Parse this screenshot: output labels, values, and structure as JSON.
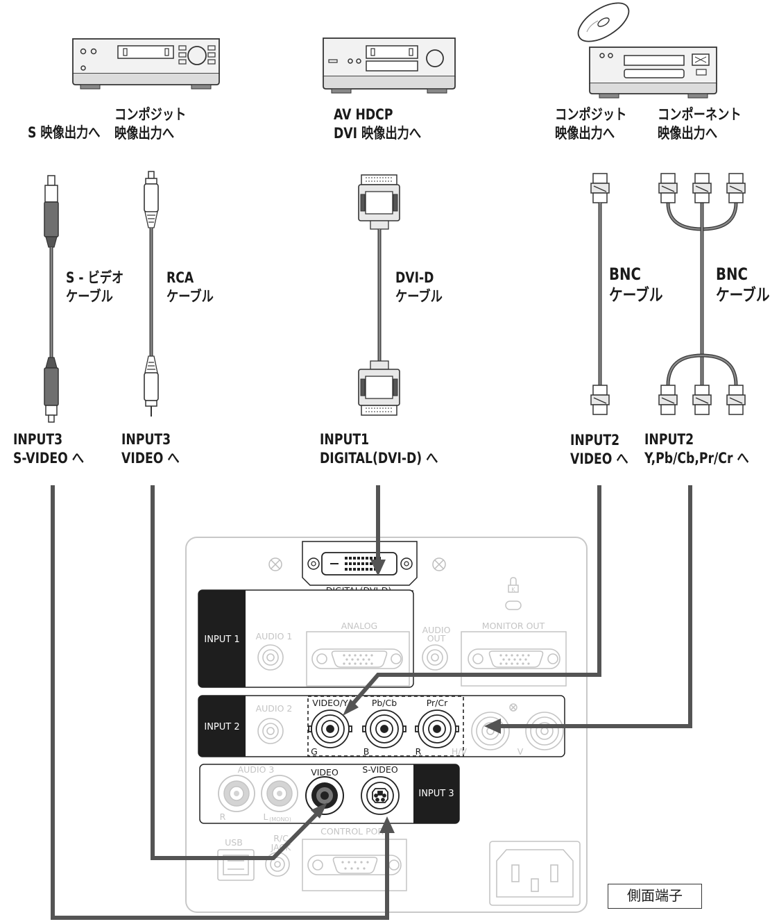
{
  "sources": {
    "vcr_s_video_label": "S 映像出力へ",
    "vcr_composite_label": [
      "コンポジット",
      "映像出力へ"
    ],
    "dvd_dvi_label": [
      "AV HDCP",
      "DVI 映像出力へ"
    ],
    "player_composite_label": [
      "コンポジット",
      "映像出力へ"
    ],
    "player_component_label": [
      "コンポーネント",
      "映像出力へ"
    ]
  },
  "cables": {
    "s_video": [
      "S - ビデオ",
      "ケーブル"
    ],
    "rca": [
      "RCA",
      "ケーブル"
    ],
    "dvi_d": [
      "DVI-D",
      "ケーブル"
    ],
    "bnc_video": [
      "BNC",
      "ケーブル"
    ],
    "bnc_component": [
      "BNC",
      "ケーブル"
    ]
  },
  "destinations": {
    "input3_svideo": [
      "INPUT3",
      "S-VIDEO へ"
    ],
    "input3_video": [
      "INPUT3",
      "VIDEO へ"
    ],
    "input1_digital": [
      "INPUT1",
      "DIGITAL(DVI-D) へ"
    ],
    "input2_video": [
      "INPUT2",
      "VIDEO へ"
    ],
    "input2_component": [
      "INPUT2",
      "Y,Pb/Cb,Pr/Cr へ"
    ]
  },
  "panel": {
    "digital_dvi_d": "DIGITAL(DVI-D)",
    "input1": "INPUT 1",
    "audio1": "AUDIO 1",
    "analog": "ANALOG",
    "audio_out": [
      "AUDIO",
      "OUT"
    ],
    "monitor_out": "MONITOR OUT",
    "input2": "INPUT 2",
    "audio2": "AUDIO 2",
    "video_y": "VIDEO/Y",
    "pb_cb": "Pb/Cb",
    "pr_cr": "Pr/Cr",
    "g": "G",
    "b": "B",
    "r": "R",
    "h_v": "H/V",
    "v": "V",
    "audio3": "AUDIO 3",
    "audio3_r": "R",
    "audio3_l": "L",
    "mono": "(MONO)",
    "video": "VIDEO",
    "s_video": "S-VIDEO",
    "input3": "INPUT 3",
    "usb": "USB",
    "rc_jack": [
      "R/C",
      "JACK"
    ],
    "control_port": "CONTROL PORT"
  },
  "side_terminal_label": "側面端子",
  "icons": [
    "vcr-icon",
    "av-receiver-icon",
    "dvd-player-icon",
    "disc-icon",
    "kensington-lock-icon"
  ]
}
